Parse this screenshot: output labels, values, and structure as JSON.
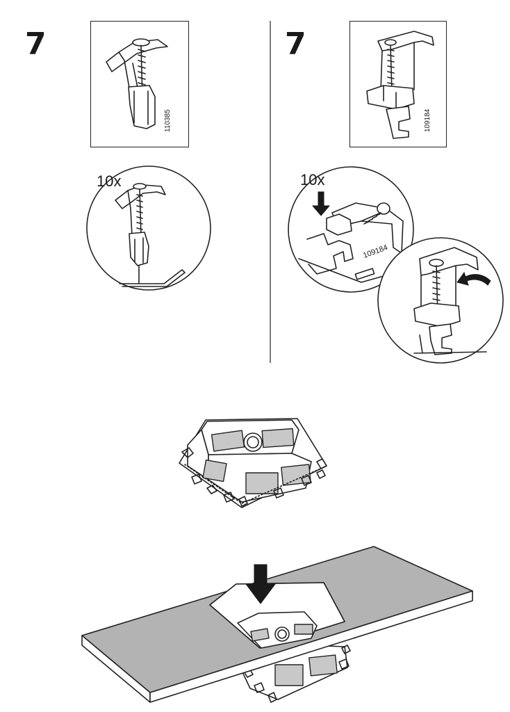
{
  "left_panel": {
    "step_number": "7",
    "part_number": "110385",
    "quantity": "10x"
  },
  "right_panel": {
    "step_number": "7",
    "part_number": "109184",
    "quantity": "10x",
    "detail_part_number": "109184"
  },
  "icons": {
    "left_part": "clip-bolt-icon",
    "right_part": "bracket-clip-icon",
    "push_arrow": "down-arrow-icon",
    "rotate_arrow": "curved-arrow-icon",
    "sink": "sink-bowl-icon",
    "countertop": "countertop-icon"
  }
}
